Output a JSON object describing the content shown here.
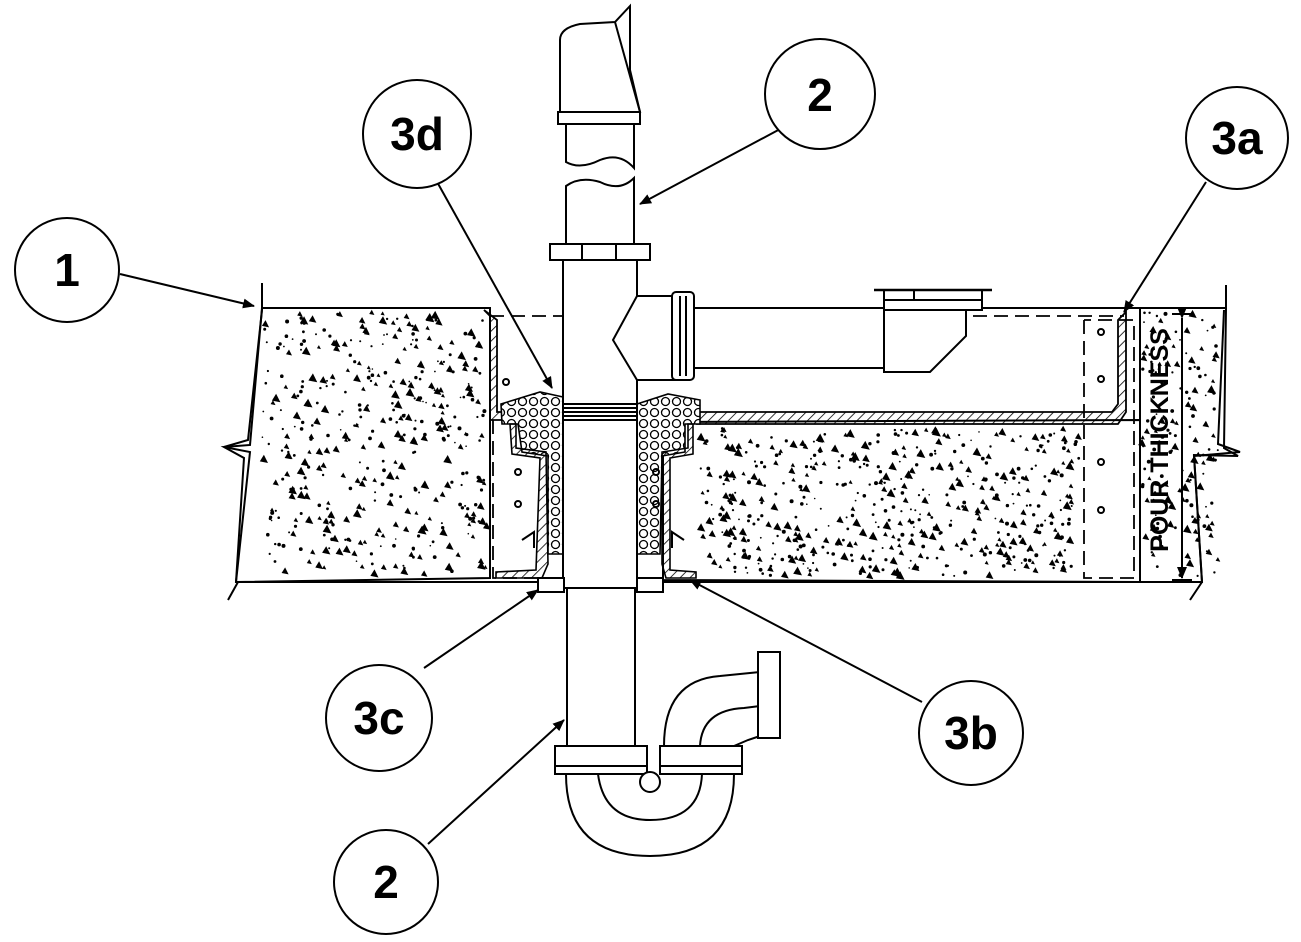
{
  "callouts": {
    "c1": "1",
    "c2_top": "2",
    "c3d": "3d",
    "c3a": "3a",
    "c3c": "3c",
    "c3b": "3b",
    "c2_bottom": "2"
  },
  "dimension": {
    "pour_thickness": "POUR THICKNESS"
  },
  "colors": {
    "line": "#000000",
    "background": "#ffffff"
  }
}
